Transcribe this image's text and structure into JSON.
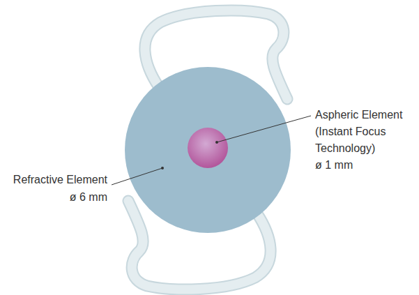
{
  "diagram": {
    "labels": [
      "Aspheric Element (Instant Focus Technology)",
      "ø 1 mm",
      "Refractive Element",
      "ø 6 mm"
    ]
  }
}
